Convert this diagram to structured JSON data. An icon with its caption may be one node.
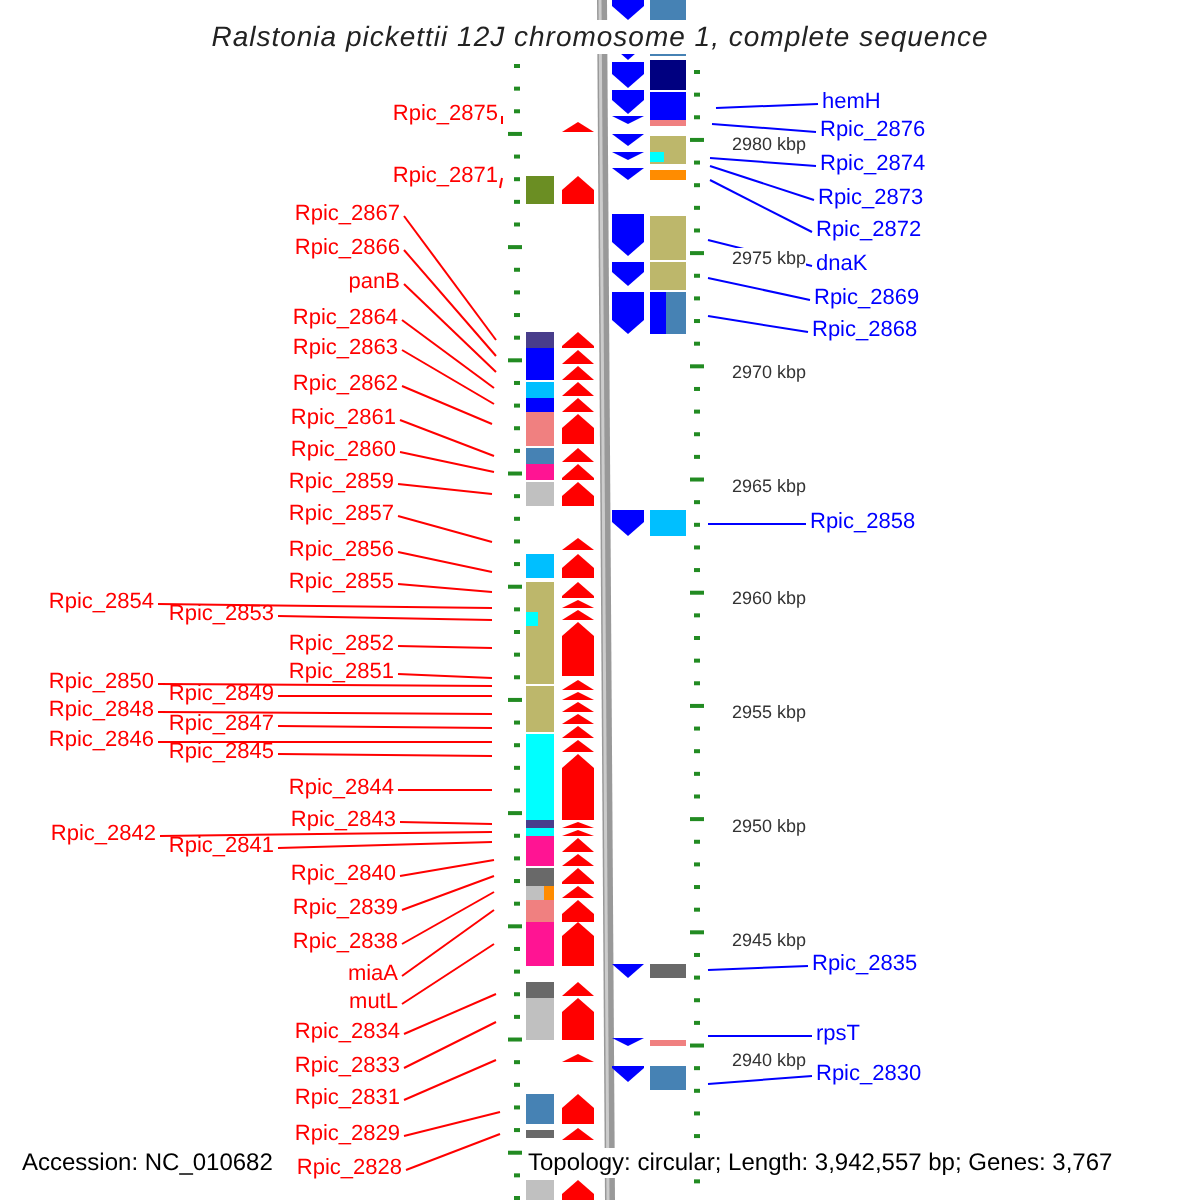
{
  "diagram": {
    "title": "Ralstonia pickettii 12J chromosome 1, complete sequence",
    "nodes": [
      {
        "text": [
          "Rpic_2875"
        ]
      },
      {
        "text": [
          "Rpic_2871"
        ]
      },
      {
        "text": [
          "Rpic_2867"
        ]
      },
      {
        "text": [
          "Rpic_2866"
        ]
      },
      {
        "text": [
          "panB"
        ]
      },
      {
        "text": [
          "Rpic_2864"
        ]
      },
      {
        "text": [
          "Rpic_2863"
        ]
      },
      {
        "text": [
          "Rpic_2862"
        ]
      },
      {
        "text": [
          "Rpic_2861"
        ]
      },
      {
        "text": [
          "Rpic_2860"
        ]
      },
      {
        "text": [
          "Rpic_2859"
        ]
      },
      {
        "text": [
          "Rpic_2857"
        ]
      },
      {
        "text": [
          "Rpic_2856"
        ]
      },
      {
        "text": [
          "Rpic_2855"
        ]
      },
      {
        "text": [
          "Rpic_2854"
        ]
      },
      {
        "text": [
          "Rpic_2853"
        ]
      },
      {
        "text": [
          "Rpic_2852"
        ]
      },
      {
        "text": [
          "Rpic_2851"
        ]
      },
      {
        "text": [
          "Rpic_2850"
        ]
      },
      {
        "text": [
          "Rpic_2849"
        ]
      },
      {
        "text": [
          "Rpic_2848"
        ]
      },
      {
        "text": [
          "Rpic_2847"
        ]
      },
      {
        "text": [
          "Rpic_2846"
        ]
      },
      {
        "text": [
          "Rpic_2845"
        ]
      },
      {
        "text": [
          "Rpic_2844"
        ]
      },
      {
        "text": [
          "Rpic_2843"
        ]
      },
      {
        "text": [
          "Rpic_2842"
        ]
      },
      {
        "text": [
          "Rpic_2841"
        ]
      },
      {
        "text": [
          "Rpic_2840"
        ]
      },
      {
        "text": [
          "Rpic_2839"
        ]
      },
      {
        "text": [
          "Rpic_2838"
        ]
      },
      {
        "text": [
          "miaA"
        ]
      },
      {
        "text": [
          "mutL"
        ]
      },
      {
        "text": [
          "Rpic_2834"
        ]
      },
      {
        "text": [
          "Rpic_2833"
        ]
      },
      {
        "text": [
          "Rpic_2831"
        ]
      },
      {
        "text": [
          "Rpic_2829"
        ]
      },
      {
        "text": [
          "Rpic_2828"
        ]
      },
      {
        "text": [
          "hemH"
        ]
      },
      {
        "text": [
          "Rpic_2876"
        ]
      },
      {
        "text": [
          "Rpic_2874"
        ]
      },
      {
        "text": [
          "Rpic_2873"
        ]
      },
      {
        "text": [
          "Rpic_2872"
        ]
      },
      {
        "text": [
          "dnaK"
        ]
      },
      {
        "text": [
          "Rpic_2869"
        ]
      },
      {
        "text": [
          "Rpic_2868"
        ]
      },
      {
        "text": [
          "Rpic_2858"
        ]
      },
      {
        "text": [
          "Rpic_2835"
        ]
      },
      {
        "text": [
          "rpsT"
        ]
      },
      {
        "text": [
          "Rpic_2830"
        ]
      }
    ],
    "edges": [
      {
        "from": 0,
        "to": null,
        "arrow": "none"
      },
      {
        "from": 1,
        "to": null,
        "arrow": "none"
      },
      {
        "from": 2,
        "to": null,
        "arrow": "none"
      },
      {
        "from": 3,
        "to": null,
        "arrow": "none"
      },
      {
        "from": 4,
        "to": null,
        "arrow": "none"
      },
      {
        "from": 5,
        "to": null,
        "arrow": "none"
      },
      {
        "from": 6,
        "to": null,
        "arrow": "none"
      },
      {
        "from": 7,
        "to": null,
        "arrow": "none"
      },
      {
        "from": 8,
        "to": null,
        "arrow": "none"
      },
      {
        "from": 9,
        "to": null,
        "arrow": "none"
      },
      {
        "from": 10,
        "to": null,
        "arrow": "none"
      },
      {
        "from": 11,
        "to": null,
        "arrow": "none"
      },
      {
        "from": 12,
        "to": null,
        "arrow": "none"
      },
      {
        "from": 13,
        "to": null,
        "arrow": "none"
      },
      {
        "from": 14,
        "to": null,
        "arrow": "none"
      },
      {
        "from": 15,
        "to": null,
        "arrow": "none"
      },
      {
        "from": 16,
        "to": null,
        "arrow": "none"
      },
      {
        "from": 17,
        "to": null,
        "arrow": "none"
      },
      {
        "from": 18,
        "to": null,
        "arrow": "none"
      },
      {
        "from": 19,
        "to": null,
        "arrow": "none"
      },
      {
        "from": 20,
        "to": null,
        "arrow": "none"
      },
      {
        "from": 21,
        "to": null,
        "arrow": "none"
      },
      {
        "from": 22,
        "to": null,
        "arrow": "none"
      },
      {
        "from": 23,
        "to": null,
        "arrow": "none"
      },
      {
        "from": 24,
        "to": null,
        "arrow": "none"
      },
      {
        "from": 25,
        "to": null,
        "arrow": "none"
      },
      {
        "from": 26,
        "to": null,
        "arrow": "none"
      },
      {
        "from": 27,
        "to": null,
        "arrow": "none"
      },
      {
        "from": 28,
        "to": null,
        "arrow": "none"
      },
      {
        "from": 29,
        "to": null,
        "arrow": "none"
      },
      {
        "from": 30,
        "to": null,
        "arrow": "none"
      },
      {
        "from": 31,
        "to": null,
        "arrow": "none"
      },
      {
        "from": 32,
        "to": null,
        "arrow": "none"
      },
      {
        "from": 33,
        "to": null,
        "arrow": "none"
      },
      {
        "from": 34,
        "to": null,
        "arrow": "none"
      },
      {
        "from": 35,
        "to": null,
        "arrow": "none"
      },
      {
        "from": 36,
        "to": null,
        "arrow": "none"
      },
      {
        "from": 37,
        "to": null,
        "arrow": "none"
      },
      {
        "from": 38,
        "to": null,
        "arrow": "none",
        "color": "#0000ff"
      },
      {
        "from": 39,
        "to": null,
        "arrow": "none",
        "color": "#0000ff"
      },
      {
        "from": 40,
        "to": null,
        "arrow": "none",
        "color": "#0000ff"
      },
      {
        "from": 41,
        "to": null,
        "arrow": "none",
        "color": "#0000ff"
      },
      {
        "from": 42,
        "to": null,
        "arrow": "none",
        "color": "#0000ff"
      },
      {
        "from": 43,
        "to": null,
        "arrow": "none",
        "color": "#0000ff"
      },
      {
        "from": 44,
        "to": null,
        "arrow": "none",
        "color": "#0000ff"
      },
      {
        "from": 45,
        "to": null,
        "arrow": "none",
        "color": "#0000ff"
      },
      {
        "from": 46,
        "to": null,
        "arrow": "none",
        "color": "#0000ff"
      },
      {
        "from": 47,
        "to": null,
        "arrow": "none",
        "color": "#0000ff"
      },
      {
        "from": 48,
        "to": null,
        "arrow": "none",
        "color": "#0000ff"
      },
      {
        "from": 49,
        "to": null,
        "arrow": "none",
        "color": "#0000ff"
      }
    ],
    "labels": [
      "2980 kbp",
      "2975 kbp",
      "2970 kbp",
      "2965 kbp",
      "2960 kbp",
      "2955 kbp",
      "2950 kbp",
      "2945 kbp",
      "2940 kbp",
      "Accession: NC_010682",
      "Topology: circular; Length: 3,942,557 bp; Genes: 3,767"
    ]
  }
}
